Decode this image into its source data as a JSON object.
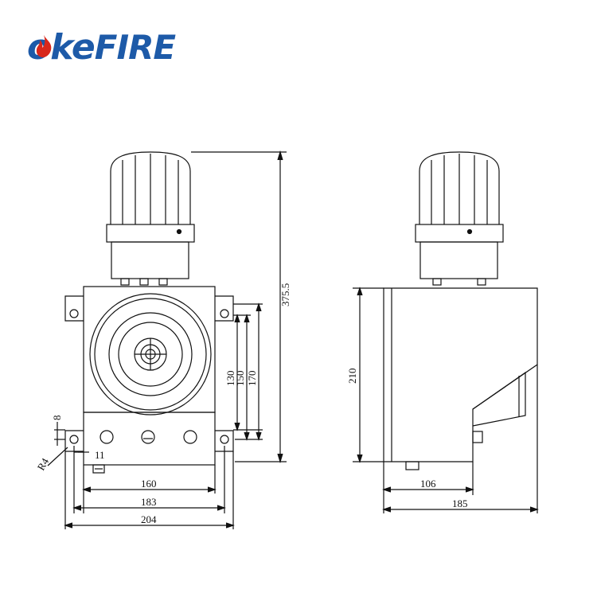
{
  "logo": {
    "text": "okeFIRE",
    "part_lower": "oke",
    "part_upper": "FIRE",
    "color": "#1d5aa8",
    "flame_color": "#d8281c"
  },
  "dimensions": {
    "total_height": "375.5",
    "d130": "130",
    "d150": "150",
    "d170": "170",
    "d8": "8",
    "r4": "R4",
    "d11": "11",
    "d160": "160",
    "d183": "183",
    "d204": "204",
    "d210": "210",
    "d106": "106",
    "d185": "185"
  }
}
